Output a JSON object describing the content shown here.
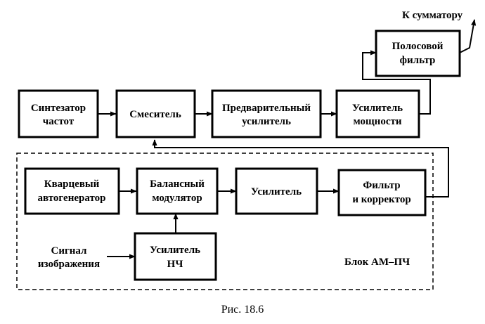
{
  "blocks": {
    "synth": [
      "Синтезатор",
      "частот"
    ],
    "mixer": [
      "Смеситель"
    ],
    "preamp": [
      "Предварительный",
      "усилитель"
    ],
    "power_amp": [
      "Усилитель",
      "мощности"
    ],
    "bandpass": [
      "Полосовой",
      "фильтр"
    ],
    "crystal": [
      "Кварцевый",
      "автогенератор"
    ],
    "balanced_mod": [
      "Балансный",
      "модулятор"
    ],
    "amp": [
      "Усилитель"
    ],
    "filter_corr": [
      "Фильтр",
      "и корректор"
    ],
    "lf_amp": [
      "Усилитель",
      "НЧ"
    ]
  },
  "labels": {
    "to_summator": "К сумматору",
    "signal_in": [
      "Сигнал",
      "изображения"
    ],
    "unit_name": "Блок АМ–ПЧ"
  },
  "caption": "Рис. 18.6"
}
